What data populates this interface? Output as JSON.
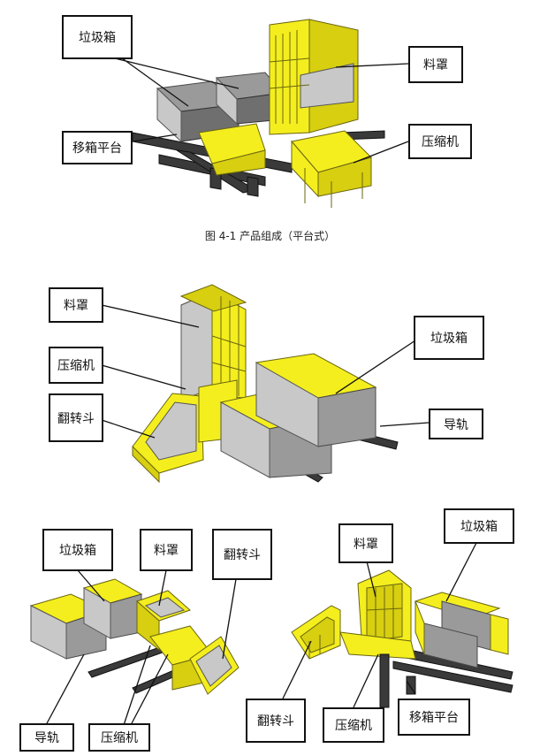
{
  "figure1": {
    "caption": "图 4-1  产品组成（平台式）",
    "labels": {
      "bin": "垃圾箱",
      "platform": "移箱平台",
      "hopper_cover": "料罩",
      "compressor": "压缩机"
    }
  },
  "figure2": {
    "labels": {
      "hopper_cover": "料罩",
      "compressor": "压缩机",
      "tipper": "翻转斗",
      "bin": "垃圾箱",
      "rail": "导轨"
    }
  },
  "figure3": {
    "labels": {
      "bin": "垃圾箱",
      "hopper_cover": "料罩",
      "tipper": "翻转斗",
      "rail": "导轨",
      "compressor": "压缩机"
    }
  },
  "figure4": {
    "labels": {
      "hopper_cover": "料罩",
      "bin": "垃圾箱",
      "tipper": "翻转斗",
      "compressor": "压缩机",
      "platform": "移箱平台"
    }
  },
  "colors": {
    "machine_yellow": "#f4ee1e",
    "bin_gray": "#9a9a9a",
    "frame_dark": "#3a3a3a"
  }
}
